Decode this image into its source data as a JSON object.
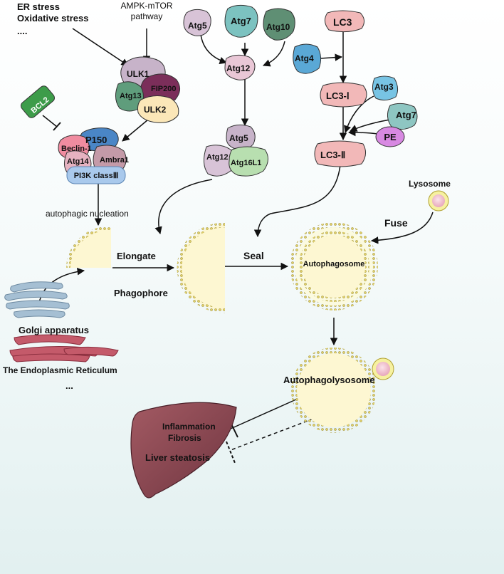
{
  "stimuli": {
    "line1": "ER stress",
    "line2": "Oxidative stress",
    "line3": "...."
  },
  "pathway": {
    "line1": "AMPK-mTOR",
    "line2": "pathway"
  },
  "ulk_complex": {
    "ulk1": "ULK1",
    "fip200": "FIP200",
    "atg13": "Atg13",
    "ulk2": "ULK2"
  },
  "bcl2": "BCL2",
  "pi3k_complex": {
    "p150": "P150",
    "beclin1": "Beclin-1",
    "atg14": "Atg14",
    "ambra1": "Ambra1",
    "pi3k": "PI3K classⅢ"
  },
  "nucleation": "autophagic nucleation",
  "conjugation": {
    "atg5_top": "Atg5",
    "atg7_top": "Atg7",
    "atg10": "Atg10",
    "atg12_mid": "Atg12",
    "atg5_low": "Atg5",
    "atg12_low": "Atg12",
    "atg16l1": "Atg16L1"
  },
  "lc3_path": {
    "lc3": "LC3",
    "atg4": "Atg4",
    "lc3_i": "LC3-Ⅰ",
    "atg3": "Atg3",
    "atg7": "Atg7",
    "pe": "PE",
    "lc3_ii": "LC3-Ⅱ"
  },
  "stages": {
    "elongate": "Elongate",
    "seal": "Seal",
    "phagophore": "Phagophore",
    "autophagosome": "Autophagosome",
    "lysosome": "Lysosome",
    "fuse": "Fuse",
    "autophagolysosome": "Autophagolysosome"
  },
  "sources": {
    "golgi": "Golgi apparatus",
    "er": "The Endoplasmic Reticulum",
    "ellipsis": "..."
  },
  "liver": {
    "inflammation": "Inflammation",
    "fibrosis": "Fibrosis",
    "steatosis": "Liver steatosis"
  },
  "colors": {
    "vesicle_fill": "#fdf7d2",
    "vesicle_rim": "#c9b64a",
    "liver": "#8a4650",
    "lc3_pink": "#f2b8b8",
    "arrow": "#111111"
  }
}
